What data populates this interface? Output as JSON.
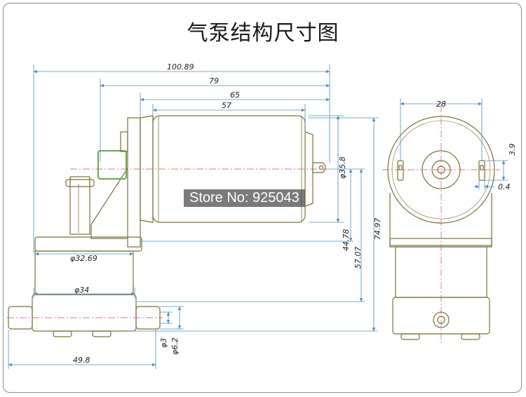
{
  "title": "气泵结构尺寸图",
  "watermark": "Store No: 925043",
  "dimensions": {
    "overall_length": "100.89",
    "length_79": "79",
    "motor_length_65": "65",
    "motor_can_57": "57",
    "motor_diameter": "φ35.8",
    "height_44_78": "44.78",
    "height_57_07": "57.07",
    "height_74_97": "74.97",
    "head_dia_32_69": "φ32.69",
    "base_dia_34": "φ34",
    "nozzle_inner": "φ3",
    "nozzle_outer": "φ6.2",
    "width_49_8": "49.8",
    "terminal_spacing": "28",
    "terminal_height": "3.9",
    "terminal_thickness": "0.4"
  },
  "colors": {
    "outline": "#7a7038",
    "dimension": "#4f8fbf",
    "centerline": "#d05050",
    "terminal_board": "#5fb04a"
  }
}
